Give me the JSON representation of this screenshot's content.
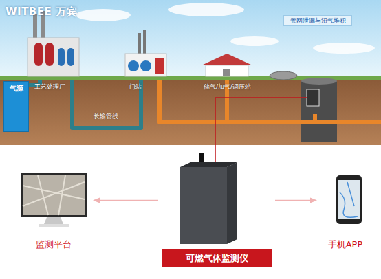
{
  "diagram": {
    "nodes": [
      {
        "text": [
          "管网泄漏与沼气堆积"
        ]
      },
      {
        "text": [
          "气源"
        ]
      },
      {
        "text": [
          "监测平台"
        ]
      },
      {
        "text": [
          "可燃气体监测仪"
        ]
      },
      {
        "text": [
          "手机APP"
        ]
      }
    ],
    "edges": [
      {
        "from": 3,
        "to": 2,
        "arrow": "to"
      },
      {
        "from": 3,
        "to": 4,
        "arrow": "to"
      }
    ],
    "labels": [
      "WITBEE 万宾",
      "工艺处理厂",
      "长输管线",
      "门站",
      "储气/加气/调压站"
    ]
  }
}
